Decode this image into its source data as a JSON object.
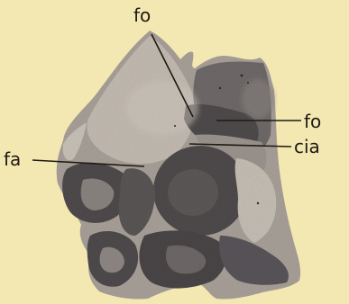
{
  "labels": {
    "fo_top": "fo",
    "fo_right": "fo",
    "cia": "cia",
    "fa": "fa"
  },
  "colors": {
    "paper": "#f3e8b2",
    "tissue_light": "#b8afa2",
    "tissue_mid": "#7d7671",
    "tissue_dark": "#4d4a4b",
    "ink": "#1e1a14"
  }
}
